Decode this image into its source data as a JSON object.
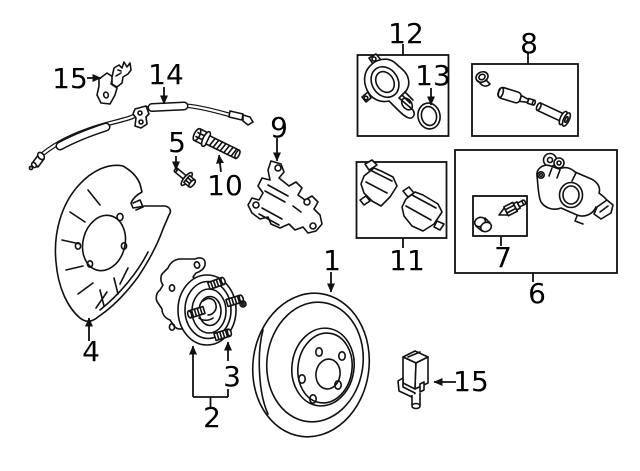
{
  "diagram": {
    "background": "#ffffff",
    "line_color": "#111111",
    "text_color": "#000000",
    "callouts": {
      "c1": "1",
      "c2": "2",
      "c3": "3",
      "c4": "4",
      "c5": "5",
      "c6": "6",
      "c7": "7",
      "c8": "8",
      "c9": "9",
      "c10": "10",
      "c11": "11",
      "c12": "12",
      "c13": "13",
      "c14": "14",
      "c15a": "15",
      "c15b": "15"
    }
  }
}
